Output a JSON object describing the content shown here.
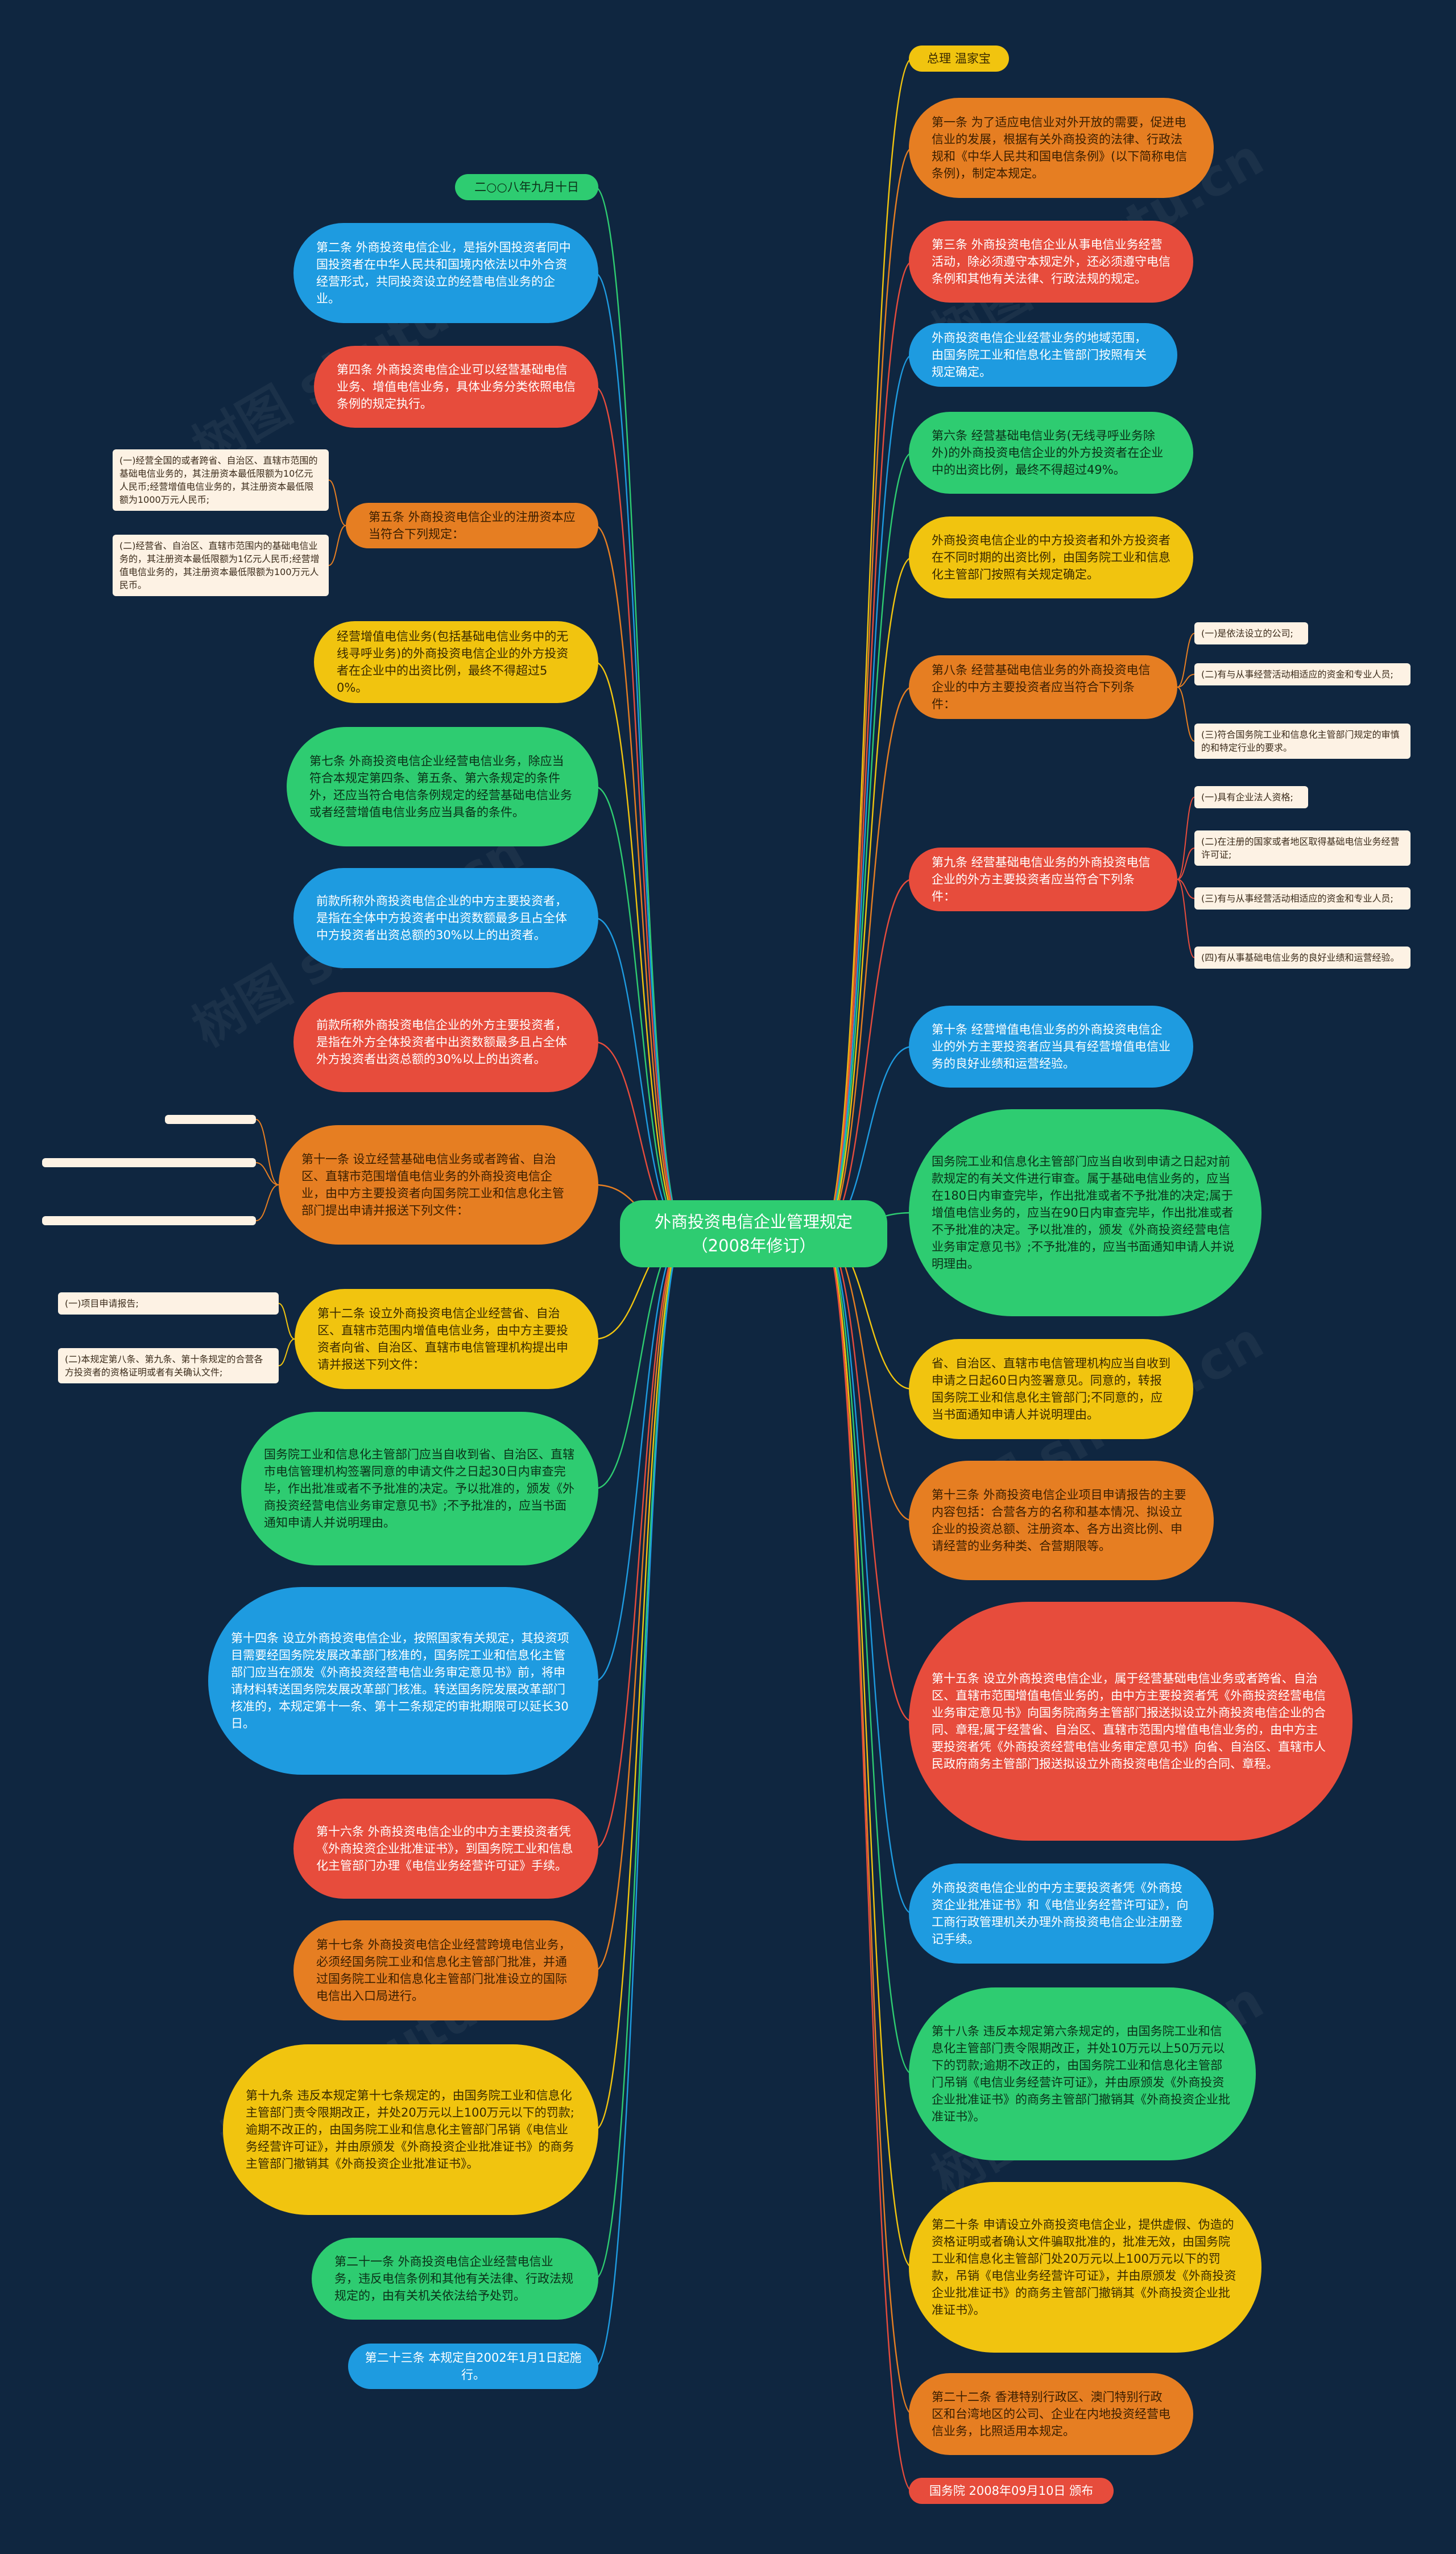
{
  "root": {
    "label": "外商投资电信企业管理规定（2008年修订）"
  },
  "right": [
    {
      "label": "总理 温家宝"
    },
    {
      "label": "第一条 为了适应电信业对外开放的需要，促进电信业的发展，根据有关外商投资的法律、行政法规和《中华人民共和国电信条例》(以下简称电信条例)，制定本规定。"
    },
    {
      "label": "第三条 外商投资电信企业从事电信业务经营活动，除必须遵守本规定外，还必须遵守电信条例和其他有关法律、行政法规的规定。"
    },
    {
      "label": "外商投资电信企业经营业务的地域范围，由国务院工业和信息化主管部门按照有关规定确定。"
    },
    {
      "label": "第六条 经营基础电信业务(无线寻呼业务除外)的外商投资电信企业的外方投资者在企业中的出资比例，最终不得超过49%。"
    },
    {
      "label": "外商投资电信企业的中方投资者和外方投资者在不同时期的出资比例，由国务院工业和信息化主管部门按照有关规定确定。"
    },
    {
      "label": "第八条 经营基础电信业务的外商投资电信企业的中方主要投资者应当符合下列条件："
    },
    {
      "label": "第九条 经营基础电信业务的外商投资电信企业的外方主要投资者应当符合下列条件："
    },
    {
      "label": "第十条 经营增值电信业务的外商投资电信企业的外方主要投资者应当具有经营增值电信业务的良好业绩和运营经验。"
    },
    {
      "label": "国务院工业和信息化主管部门应当自收到申请之日起对前款规定的有关文件进行审查。属于基础电信业务的，应当在180日内审查完毕，作出批准或者不予批准的决定;属于增值电信业务的，应当在90日内审查完毕，作出批准或者不予批准的决定。予以批准的，颁发《外商投资经营电信业务审定意见书》;不予批准的，应当书面通知申请人并说明理由。"
    },
    {
      "label": "省、自治区、直辖市电信管理机构应当自收到申请之日起60日内签署意见。同意的，转报国务院工业和信息化主管部门;不同意的，应当书面通知申请人并说明理由。"
    },
    {
      "label": "第十三条 外商投资电信企业项目申请报告的主要内容包括：合营各方的名称和基本情况、拟设立企业的投资总额、注册资本、各方出资比例、申请经营的业务种类、合营期限等。"
    },
    {
      "label": "第十五条 设立外商投资电信企业，属于经营基础电信业务或者跨省、自治区、直辖市范围增值电信业务的，由中方主要投资者凭《外商投资经营电信业务审定意见书》向国务院商务主管部门报送拟设立外商投资电信企业的合同、章程;属于经营省、自治区、直辖市范围内增值电信业务的，由中方主要投资者凭《外商投资经营电信业务审定意见书》向省、自治区、直辖市人民政府商务主管部门报送拟设立外商投资电信企业的合同、章程。"
    },
    {
      "label": "外商投资电信企业的中方主要投资者凭《外商投资企业批准证书》和《电信业务经营许可证》，向工商行政管理机关办理外商投资电信企业注册登记手续。"
    },
    {
      "label": "第十八条 违反本规定第六条规定的，由国务院工业和信息化主管部门责令限期改正，并处10万元以上50万元以下的罚款;逾期不改正的，由国务院工业和信息化主管部门吊销《电信业务经营许可证》，并由原颁发《外商投资企业批准证书》的商务主管部门撤销其《外商投资企业批准证书》。"
    },
    {
      "label": "第二十条 申请设立外商投资电信企业，提供虚假、伪造的资格证明或者确认文件骗取批准的，批准无效，由国务院工业和信息化主管部门处20万元以上100万元以下的罚款，吊销《电信业务经营许可证》，并由原颁发《外商投资企业批准证书》的商务主管部门撤销其《外商投资企业批准证书》。"
    },
    {
      "label": "第二十二条 香港特别行政区、澳门特别行政区和台湾地区的公司、企业在内地投资经营电信业务，比照适用本规定。"
    },
    {
      "label": "国务院 2008年09月10日 颁布"
    }
  ],
  "left": [
    {
      "label": "二○○八年九月十日"
    },
    {
      "label": "第二条 外商投资电信企业，是指外国投资者同中国投资者在中华人民共和国境内依法以中外合资经营形式，共同投资设立的经营电信业务的企业。"
    },
    {
      "label": "第四条 外商投资电信企业可以经营基础电信业务、增值电信业务，具体业务分类依照电信条例的规定执行。"
    },
    {
      "label": "第五条 外商投资电信企业的注册资本应当符合下列规定："
    },
    {
      "label": "经营增值电信业务(包括基础电信业务中的无线寻呼业务)的外商投资电信企业的外方投资者在企业中的出资比例，最终不得超过50%。"
    },
    {
      "label": "第七条 外商投资电信企业经营电信业务，除应当符合本规定第四条、第五条、第六条规定的条件外，还应当符合电信条例规定的经营基础电信业务或者经营增值电信业务应当具备的条件。"
    },
    {
      "label": "前款所称外商投资电信企业的中方主要投资者，是指在全体中方投资者中出资数额最多且占全体中方投资者出资总额的30%以上的出资者。"
    },
    {
      "label": "前款所称外商投资电信企业的外方主要投资者，是指在外方全体投资者中出资数额最多且占全体外方投资者出资总额的30%以上的出资者。"
    },
    {
      "label": "第十一条 设立经营基础电信业务或者跨省、自治区、直辖市范围增值电信业务的外商投资电信企业，由中方主要投资者向国务院工业和信息化主管部门提出申请并报送下列文件："
    },
    {
      "label": "第十二条 设立外商投资电信企业经营省、自治区、直辖市范围内增值电信业务，由中方主要投资者向省、自治区、直辖市电信管理机构提出申请并报送下列文件："
    },
    {
      "label": "国务院工业和信息化主管部门应当自收到省、自治区、直辖市电信管理机构签署同意的申请文件之日起30日内审查完毕，作出批准或者不予批准的决定。予以批准的，颁发《外商投资经营电信业务审定意见书》;不予批准的，应当书面通知申请人并说明理由。"
    },
    {
      "label": "第十四条 设立外商投资电信企业，按照国家有关规定，其投资项目需要经国务院发展改革部门核准的，国务院工业和信息化主管部门应当在颁发《外商投资经营电信业务审定意见书》前，将申请材料转送国务院发展改革部门核准。转送国务院发展改革部门核准的，本规定第十一条、第十二条规定的审批期限可以延长30日。"
    },
    {
      "label": "第十六条 外商投资电信企业的中方主要投资者凭《外商投资企业批准证书》，到国务院工业和信息化主管部门办理《电信业务经营许可证》手续。"
    },
    {
      "label": "第十七条 外商投资电信企业经营跨境电信业务，必须经国务院工业和信息化主管部门批准，并通过国务院工业和信息化主管部门批准设立的国际电信出入口局进行。"
    },
    {
      "label": "第十九条 违反本规定第十七条规定的，由国务院工业和信息化主管部门责令限期改正，并处20万元以上100万元以下的罚款;逾期不改正的，由国务院工业和信息化主管部门吊销《电信业务经营许可证》，并由原颁发《外商投资企业批准证书》的商务主管部门撤销其《外商投资企业批准证书》。"
    },
    {
      "label": "第二十一条 外商投资电信企业经营电信业务，违反电信条例和其他有关法律、行政法规规定的，由有关机关依法给予处罚。"
    },
    {
      "label": "第二十三条 本规定自2002年1月1日起施行。"
    }
  ],
  "leaves": {
    "r7": [
      {
        "label": "(一)是依法设立的公司;"
      },
      {
        "label": "(二)有与从事经营活动相适应的资金和专业人员;"
      },
      {
        "label": "(三)符合国务院工业和信息化主管部门规定的审慎的和特定行业的要求。"
      }
    ],
    "r8": [
      {
        "label": "(一)具有企业法人资格;"
      },
      {
        "label": "(二)在注册的国家或者地区取得基础电信业务经营许可证;"
      },
      {
        "label": "(三)有与从事经营活动相适应的资金和专业人员;"
      },
      {
        "label": "(四)有从事基础电信业务的良好业绩和运营经验。"
      }
    ],
    "l4": [
      {
        "label": "(一)经营全国的或者跨省、自治区、直辖市范围的基础电信业务的，其注册资本最低限额为10亿元人民币;经营增值电信业务的，其注册资本最低限额为1000万元人民币;"
      },
      {
        "label": "(二)经营省、自治区、直辖市范围内的基础电信业务的，其注册资本最低限额为1亿元人民币;经营增值电信业务的，其注册资本最低限额为100万元人民币。"
      }
    ],
    "l9": [
      {
        "label": "(一)项目申请报告;"
      },
      {
        "label": "(二)本规定第八条、第九条、第十条规定的合营各方投资者的资格证明或者有关确认文件;"
      },
      {
        "label": "(三)电信条例规定的经营基础电信业务或者增值电信业务应当具备的其他条件的证明或者确认文件。"
      }
    ],
    "l10": [
      {
        "label": "(一)本规定第十条规定的资格证明或者有关确认文件;"
      },
      {
        "label": "(二)电信条例规定的经营增值电信业务应当具备的其他条件的证明或者确认文件。"
      }
    ]
  },
  "watermark": {
    "text": "树图 shutu.cn"
  },
  "colors": {
    "background": "#0f2640",
    "yellow": "#f1c40f",
    "orange": "#e67e22",
    "red": "#e74c3c",
    "green": "#2ecc71",
    "blue": "#1e9be0",
    "leaf": "#fdf2e4"
  }
}
